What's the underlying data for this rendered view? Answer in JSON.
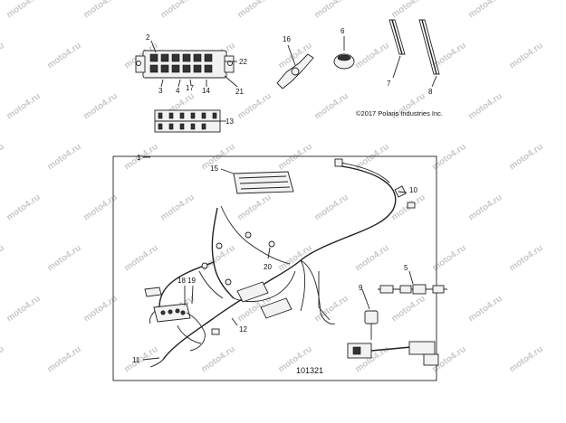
{
  "watermark": {
    "text": "moto4.ru",
    "color": "#c9c9c9"
  },
  "copyright": "©2017 Polaris Industries Inc.",
  "figure_id": "101321",
  "callouts": {
    "c1": "1",
    "c2": "2",
    "c3": "3",
    "c4": "4",
    "c5": "5",
    "c6": "6",
    "c7": "7",
    "c8": "8",
    "c9": "9",
    "c10": "10",
    "c11": "11",
    "c12": "12",
    "c13": "13",
    "c14": "14",
    "c15": "15",
    "c16": "16",
    "c17": "17",
    "c18": "18",
    "c19": "19",
    "c20": "20",
    "c21": "21",
    "c22": "22"
  },
  "icons": {
    "fuse_block": "fuse-block-icon",
    "relay": "relay-icon",
    "sensor": "sensor-icon",
    "cable_tie": "cable-tie-icon",
    "label": "fuse-label-icon",
    "harness": "wire-harness-icon",
    "module": "module-icon"
  }
}
